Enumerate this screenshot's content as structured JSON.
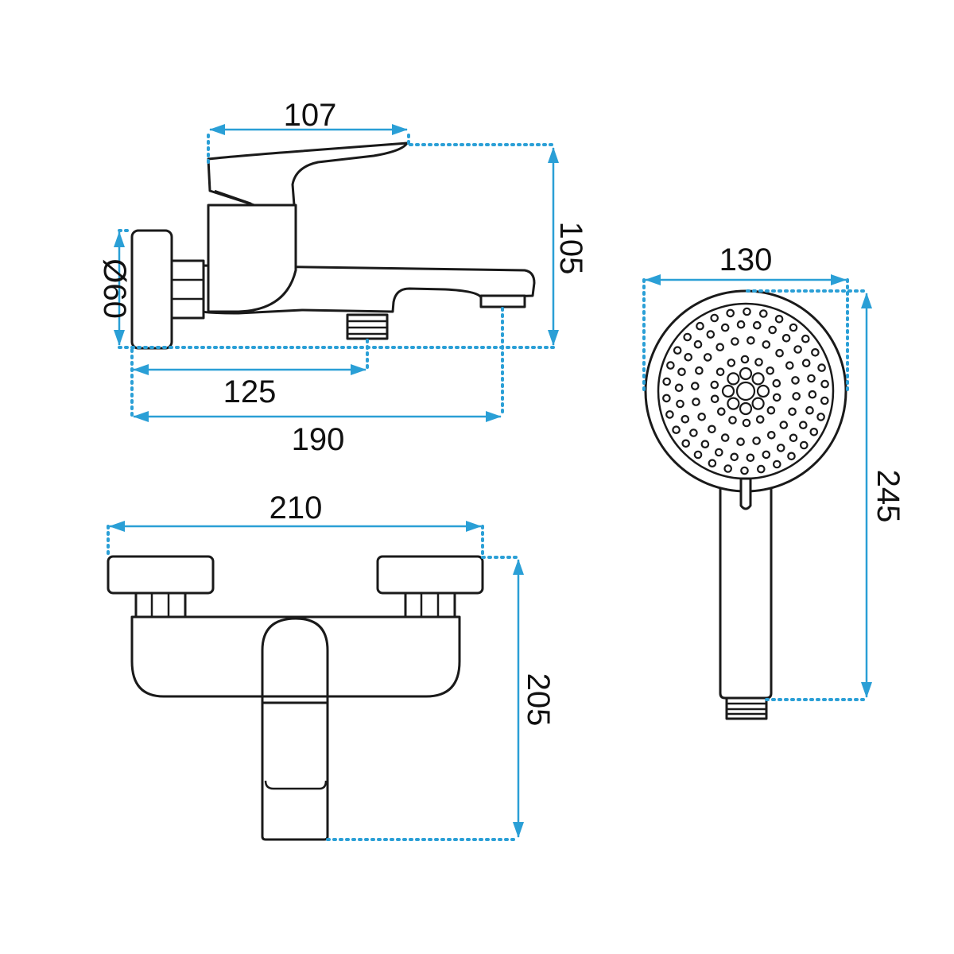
{
  "colors": {
    "dimension": "#2a9fd6",
    "outline": "#1a1a1a",
    "background": "#ffffff"
  },
  "dimensions": {
    "side_lever_width": "107",
    "side_height": "105",
    "side_flange_diameter": "Ø60",
    "side_inlet_offset": "125",
    "side_total_length": "190",
    "front_width": "210",
    "front_height": "205",
    "shower_head_width": "130",
    "shower_length": "245"
  }
}
